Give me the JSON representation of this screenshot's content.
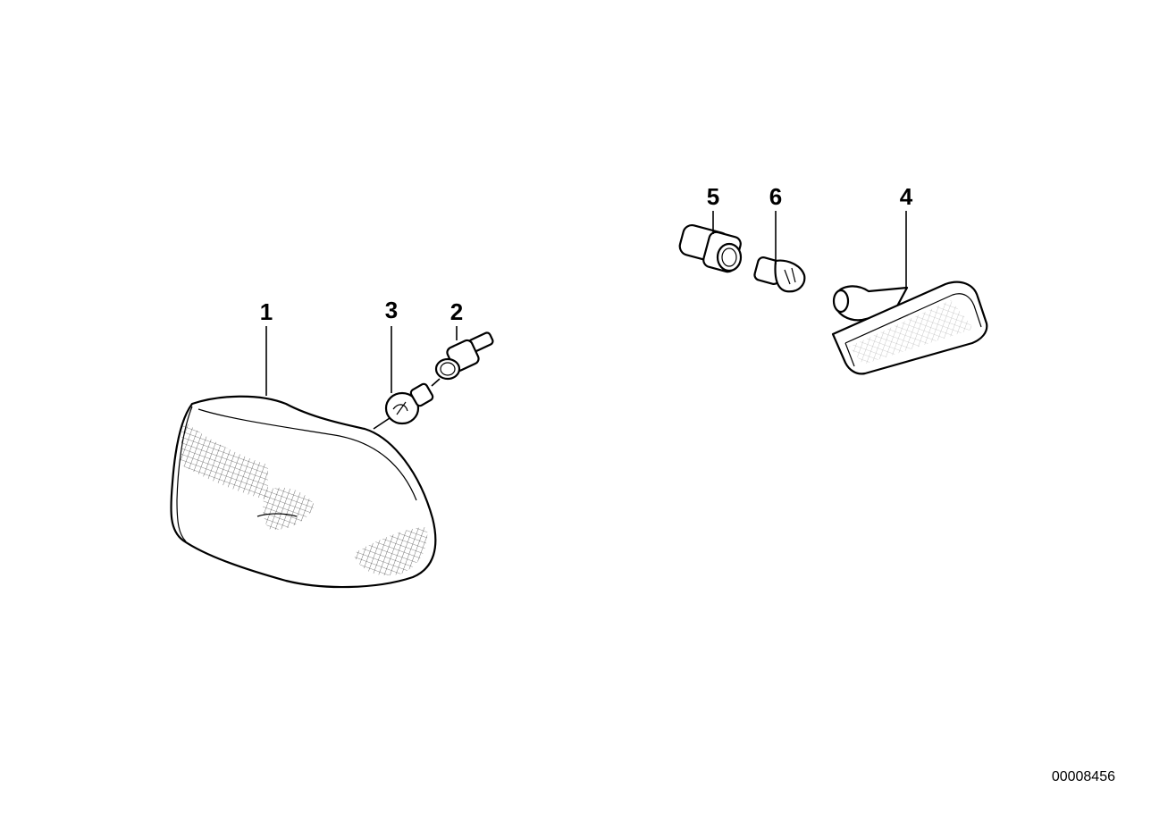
{
  "diagram": {
    "callouts": {
      "part_1": "1",
      "part_2": "2",
      "part_3": "3",
      "part_4": "4",
      "part_5": "5",
      "part_6": "6"
    },
    "reference_number": "00008456"
  }
}
